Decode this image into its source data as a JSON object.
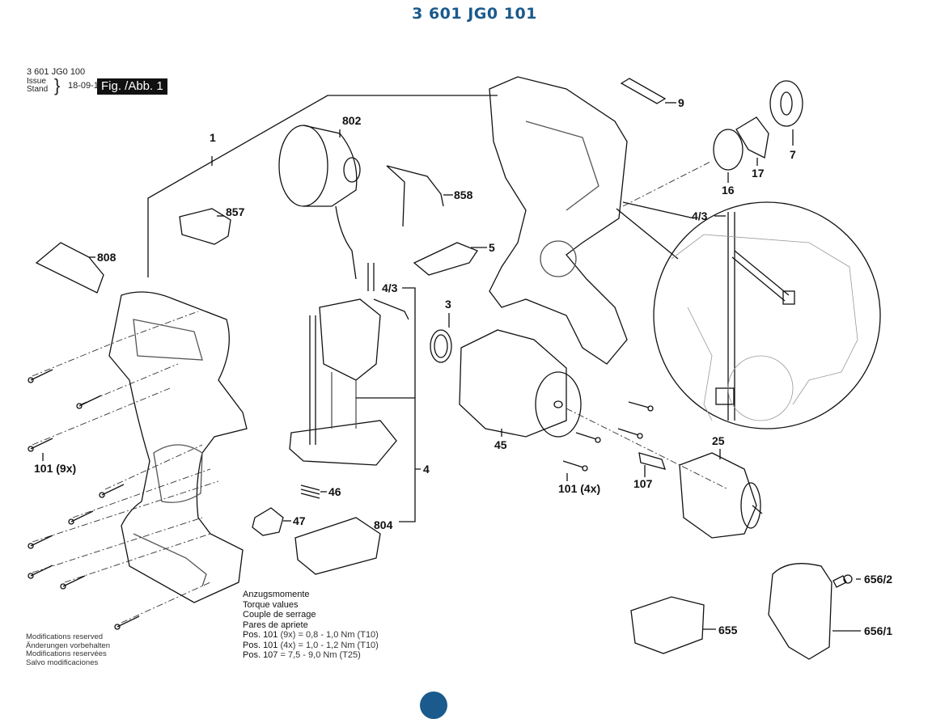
{
  "header": {
    "title": "3 601 JG0 101",
    "doc_number": "3 601 JG0 100",
    "issue_label_1": "Issue",
    "issue_label_2": "Stand",
    "issue_date": "18-09-18",
    "figure_label": "Fig. /Abb. 1"
  },
  "colors": {
    "title": "#1a5a8c",
    "line": "#111111",
    "light_line": "#888888"
  },
  "part_labels": {
    "p1": "1",
    "p802": "802",
    "p857": "857",
    "p808": "808",
    "p858": "858",
    "p5": "5",
    "p4_3_center": "4/3",
    "p3": "3",
    "p45": "45",
    "p4": "4",
    "p46": "46",
    "p47": "47",
    "p804": "804",
    "p9": "9",
    "p16": "16",
    "p17": "17",
    "p7": "7",
    "p4_3_detail": "4/3",
    "p25": "25",
    "p107": "107",
    "p101_4x": "101 (4x)",
    "p101_9x": "101 (9x)",
    "p655": "655",
    "p656_1": "656/1",
    "p656_2": "656/2"
  },
  "torque": {
    "heading_de": "Anzugsmomente",
    "heading_en": "Torque values",
    "heading_fr": "Couple de serrage",
    "heading_es": "Pares de apriete",
    "rows": [
      {
        "pos": "Pos. 101",
        "qty": "(9x)",
        "value": "= 0,8 - 1,0 Nm (T10)"
      },
      {
        "pos": "Pos. 101",
        "qty": "(4x)",
        "value": "= 1,0 - 1,2 Nm (T10)"
      },
      {
        "pos": "Pos. 107",
        "qty": "",
        "value": "= 7,5 - 9,0 Nm (T25)"
      }
    ]
  },
  "footer": {
    "mod_en": "Modifications reserved",
    "mod_de": "Änderungen vorbehalten",
    "mod_fr": "Modifications reservées",
    "mod_es": "Salvo modificaciones"
  }
}
